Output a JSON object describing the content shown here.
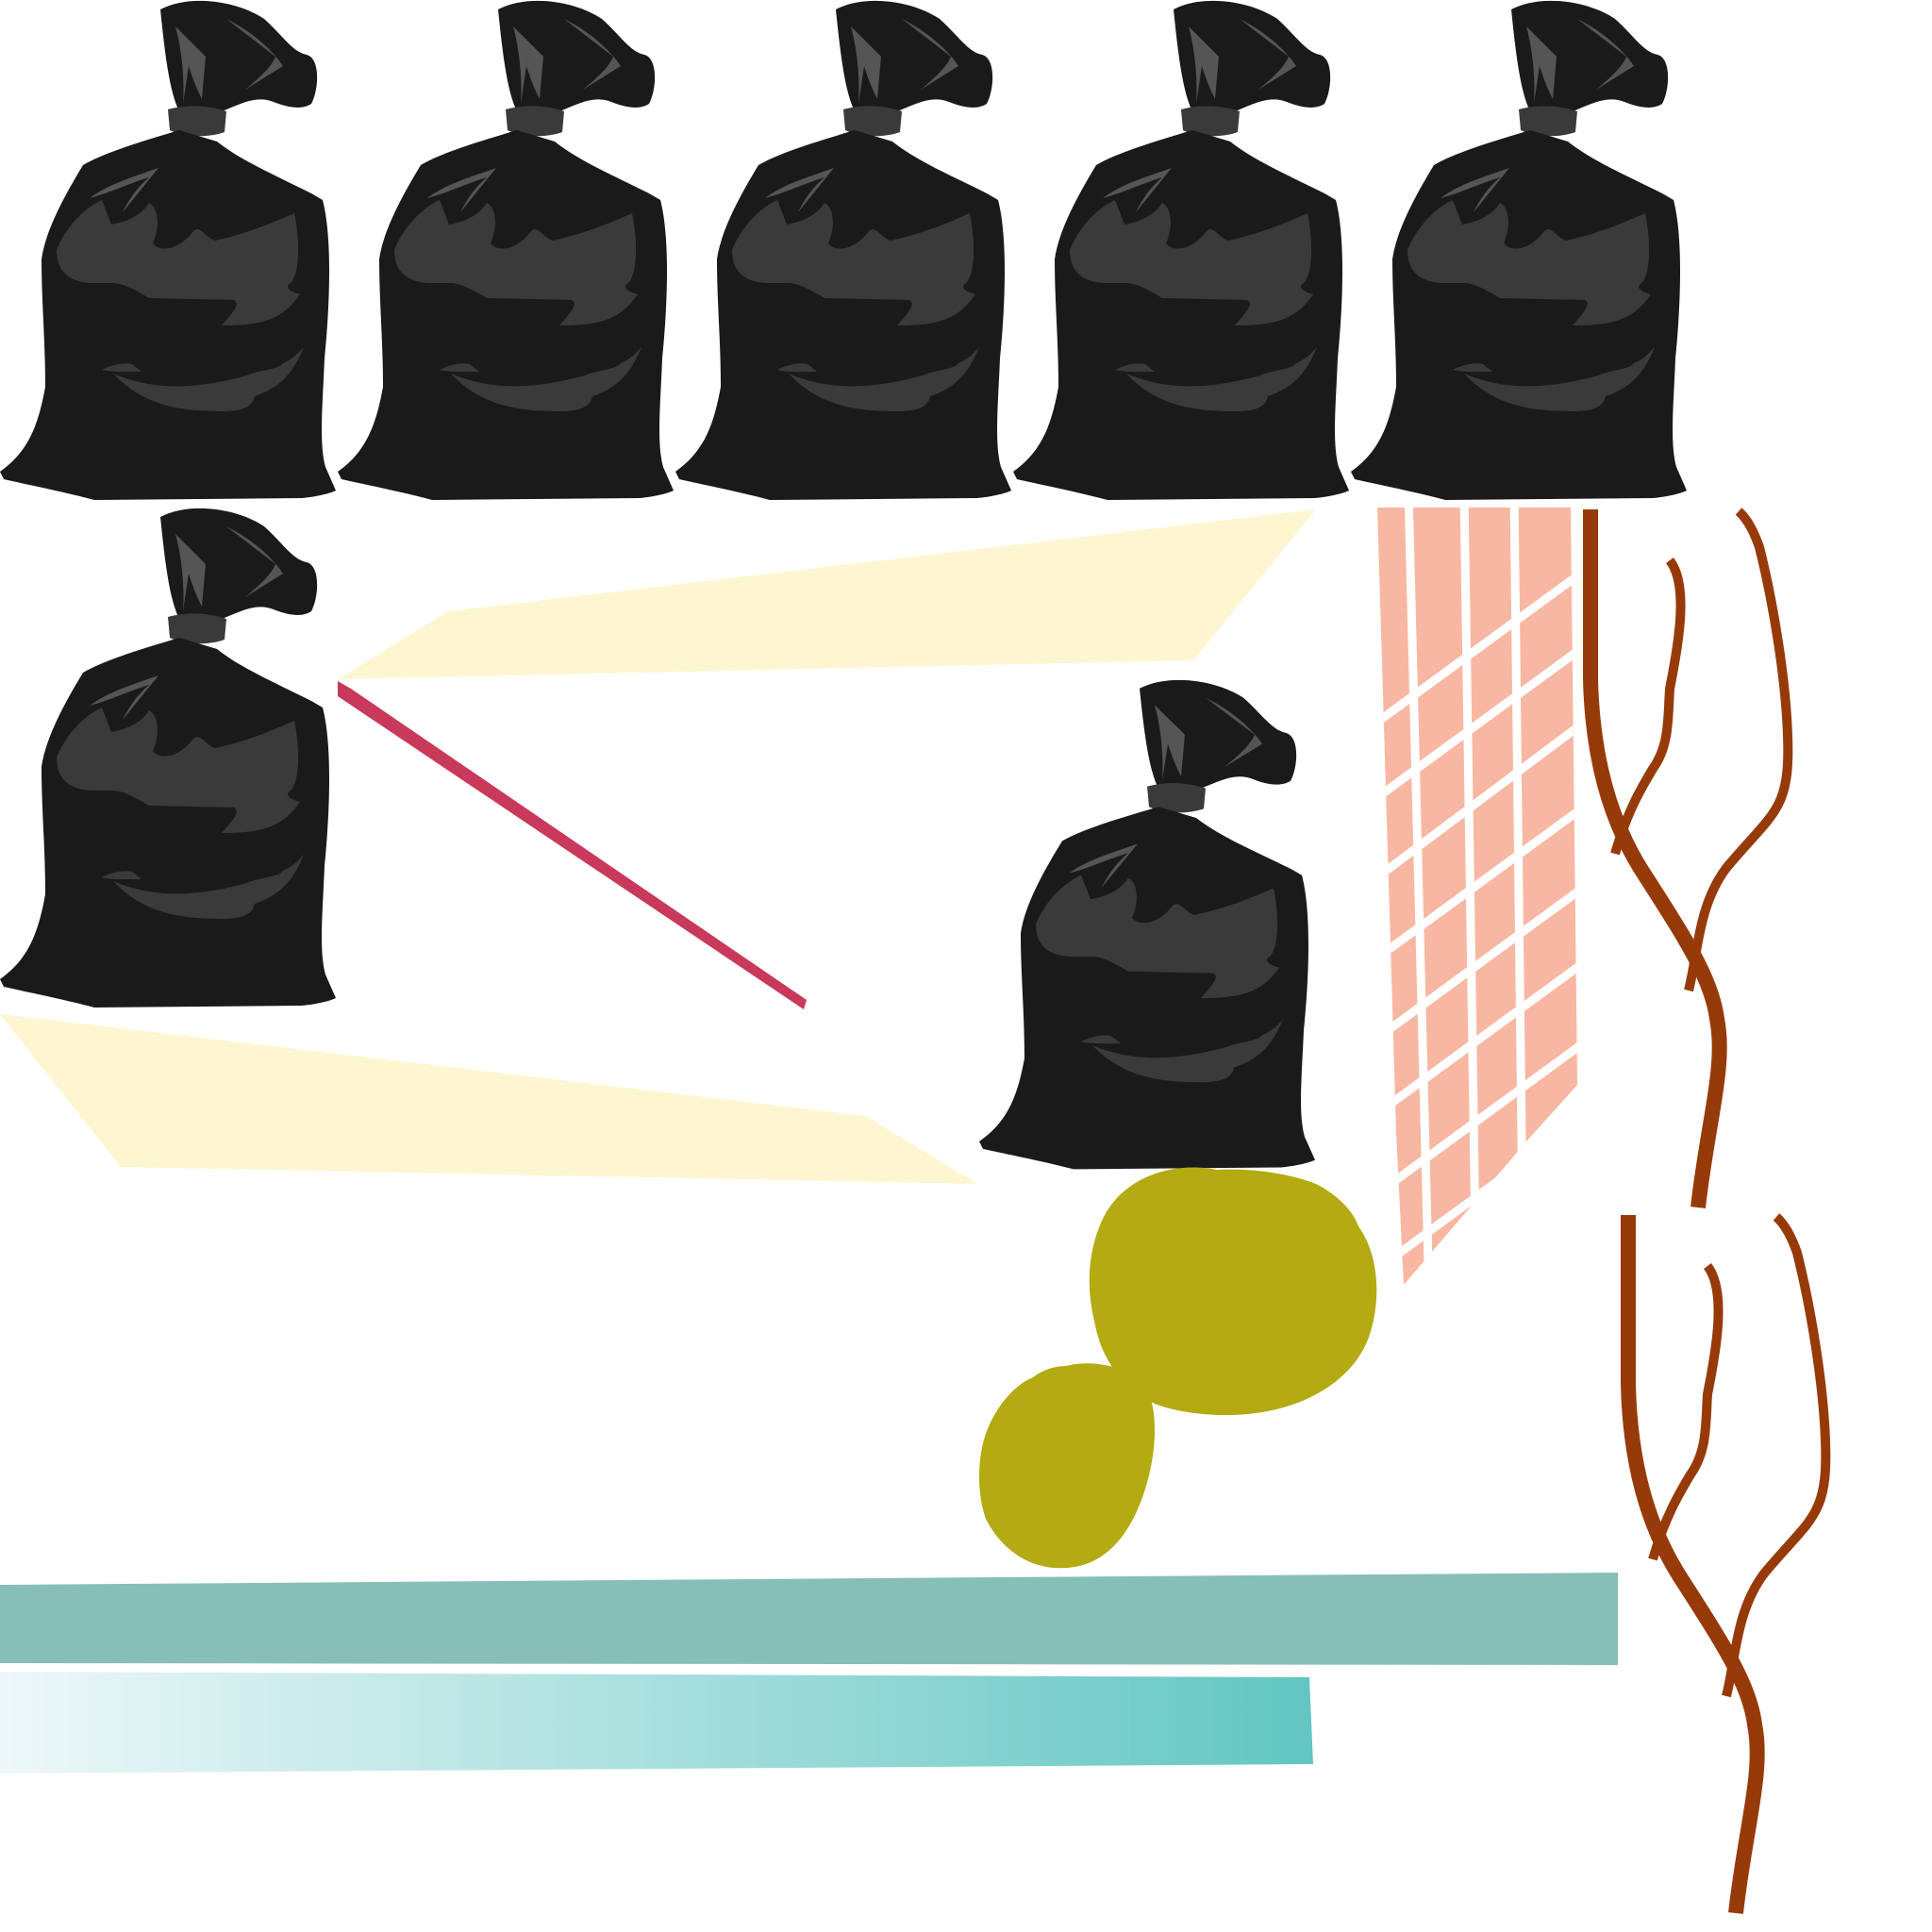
{
  "scene": {
    "background": "#ffffff",
    "colors": {
      "bag_body": "#1a1a1a",
      "bag_highlight": "#3a3a3a",
      "bag_crease": "#555555",
      "tile_pink": "#f8b7a2",
      "tile_grout": "#ffffff",
      "sand_yellow": "#fef6d0",
      "stick_red": "#c8395b",
      "boulder_olive": "#b4aa12",
      "plank_teal": "#86bfb8",
      "plank_gradient_start": "#eef8f9",
      "plank_gradient_end": "#62c6c2",
      "branch_brown": "#973a0a"
    },
    "items": {
      "garbage_bags": {
        "count": 7,
        "icon": "garbage-bag-icon"
      },
      "tile_wall": {
        "icon": "tile-grid-icon"
      },
      "sand_wedges": {
        "count": 2,
        "icon": "wedge-shape-icon"
      },
      "red_stick": {
        "icon": "stick-icon"
      },
      "boulders": {
        "count": 2,
        "icon": "boulder-icon"
      },
      "planks": {
        "count": 2,
        "icon": "plank-icon"
      },
      "branches": {
        "count": 2,
        "icon": "branch-icon"
      }
    }
  }
}
